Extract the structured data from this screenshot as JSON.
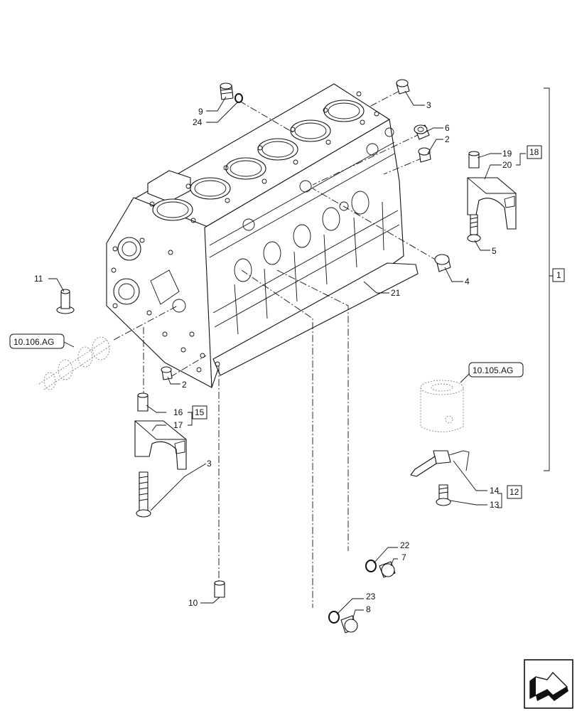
{
  "callouts": {
    "c1": "1",
    "c2a": "2",
    "c2b": "2",
    "c3a": "3",
    "c3b": "3",
    "c4": "4",
    "c5": "5",
    "c6": "6",
    "c7": "7",
    "c8": "8",
    "c9": "9",
    "c10": "10",
    "c11": "11",
    "c12": "12",
    "c13": "13",
    "c14": "14",
    "c15": "15",
    "c16": "16",
    "c17": "17",
    "c18": "18",
    "c19": "19",
    "c20": "20",
    "c21": "21",
    "c22": "22",
    "c23": "23",
    "c24": "24"
  },
  "references": {
    "camshaft_ref": "10.106.AG",
    "piston_ref": "10.105.AG"
  },
  "nav_icon": "next-page-arrow-icon"
}
